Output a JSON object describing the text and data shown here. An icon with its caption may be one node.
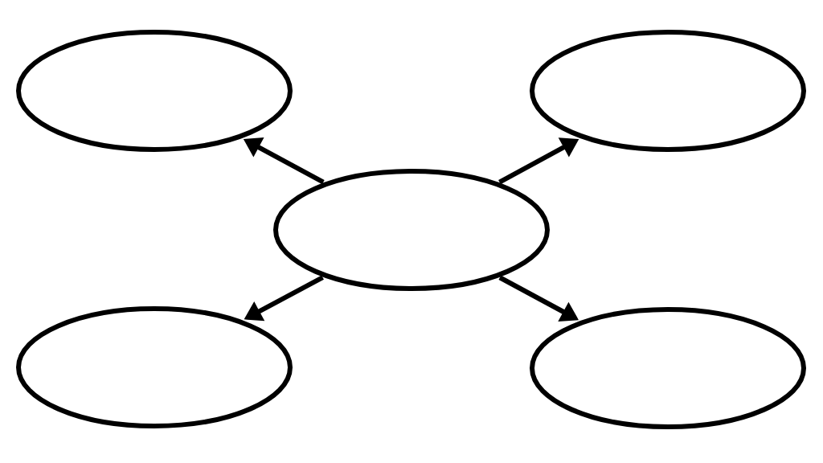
{
  "diagram": {
    "nodes": [
      {
        "text": [],
        "shape": "ellipse"
      },
      {
        "text": [],
        "shape": "ellipse"
      },
      {
        "text": [],
        "shape": "ellipse"
      },
      {
        "text": [],
        "shape": "ellipse"
      },
      {
        "text": [],
        "shape": "ellipse"
      }
    ],
    "edges": [
      {
        "from": 2,
        "to": 0,
        "arrow": "to"
      },
      {
        "from": 2,
        "to": 1,
        "arrow": "to"
      },
      {
        "from": 2,
        "to": 3,
        "arrow": "to"
      },
      {
        "from": 2,
        "to": 4,
        "arrow": "to"
      }
    ]
  }
}
